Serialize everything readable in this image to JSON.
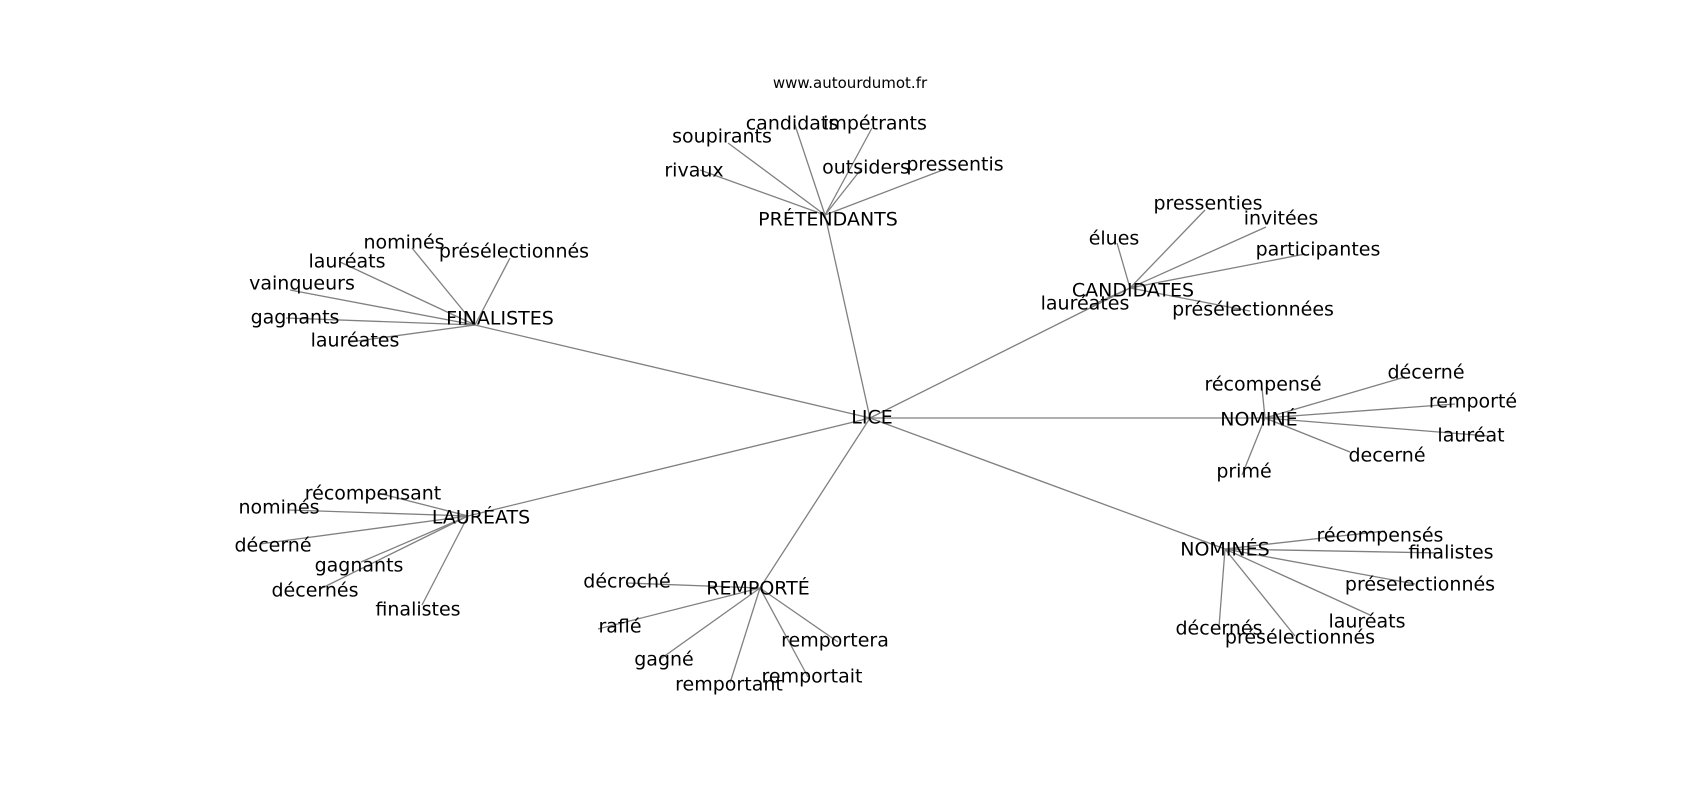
{
  "site": "www.autourdumot.fr",
  "center": "LICE",
  "clusters": [
    {
      "name": "PRÉTENDANTS",
      "words": [
        "candidats",
        "impétrants",
        "soupirants",
        "rivaux",
        "outsiders",
        "pressentis"
      ]
    },
    {
      "name": "FINALISTES",
      "words": [
        "nominés",
        "présélectionnés",
        "lauréats",
        "vainqueurs",
        "gagnants",
        "lauréates"
      ]
    },
    {
      "name": "CANDIDATES",
      "words": [
        "pressenties",
        "élues",
        "invitées",
        "participantes",
        "lauréates",
        "présélectionnées"
      ]
    },
    {
      "name": "NOMINÉ",
      "words": [
        "récompensé",
        "décerné",
        "remporté",
        "lauréat",
        "decerné",
        "primé"
      ]
    },
    {
      "name": "LAURÉATS",
      "words": [
        "récompensant",
        "nominés",
        "décerné",
        "gagnants",
        "décernés",
        "finalistes"
      ]
    },
    {
      "name": "REMPORTÉ",
      "words": [
        "décroché",
        "raflé",
        "gagné",
        "remportant",
        "remportera",
        "remportait"
      ]
    },
    {
      "name": "NOMINÉS",
      "words": [
        "récompensés",
        "finalistes",
        "préselectionnés",
        "lauréats",
        "décernés",
        "présélectionnés"
      ]
    }
  ]
}
